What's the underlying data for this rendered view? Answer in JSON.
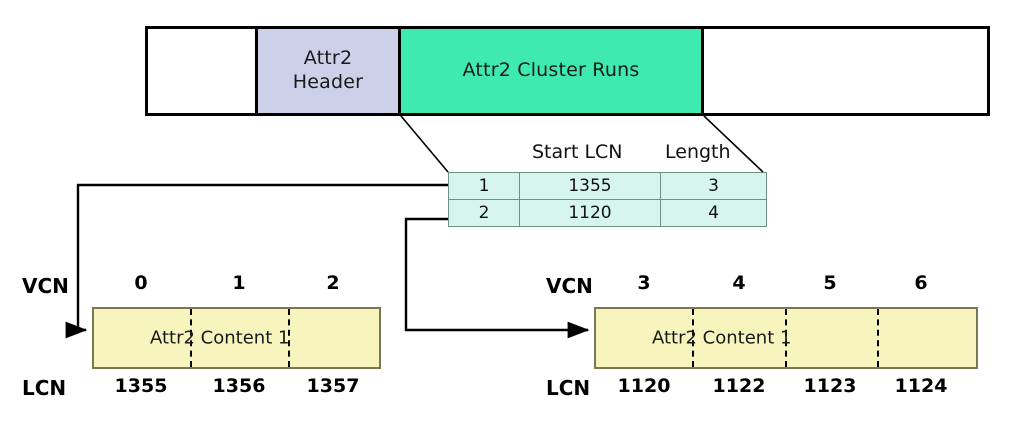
{
  "top_bar": {
    "segments": [
      {
        "name": "empty-left",
        "label": ""
      },
      {
        "name": "attr2-header",
        "label_line1": "Attr2",
        "label_line2": "Header"
      },
      {
        "name": "attr2-cluster-runs",
        "label": "Attr2 Cluster Runs"
      },
      {
        "name": "empty-right",
        "label": ""
      }
    ]
  },
  "run_table": {
    "headers": {
      "start_lcn": "Start LCN",
      "length": "Length"
    },
    "rows": [
      {
        "index": "1",
        "start_lcn": "1355",
        "length": "3"
      },
      {
        "index": "2",
        "start_lcn": "1120",
        "length": "4"
      }
    ]
  },
  "blocks": [
    {
      "name": "cluster-run-1",
      "vcn_label": "VCN",
      "lcn_label": "LCN",
      "vcn_ticks": [
        "0",
        "1",
        "2"
      ],
      "lcn_ticks": [
        "1355",
        "1356",
        "1357"
      ],
      "content_text": "Attr2 Content 1"
    },
    {
      "name": "cluster-run-2",
      "vcn_label": "VCN",
      "lcn_label": "LCN",
      "vcn_ticks": [
        "3",
        "4",
        "5",
        "6"
      ],
      "lcn_ticks": [
        "1120",
        "1122",
        "1123",
        "1124"
      ],
      "content_text": "Attr2 Content 1"
    }
  ],
  "colors": {
    "header_fill": "#ccd0e8",
    "runs_fill": "#3eeab0",
    "table_fill": "#d6f5ec",
    "cluster_fill": "#f7f5bd",
    "outline": "#000000"
  }
}
